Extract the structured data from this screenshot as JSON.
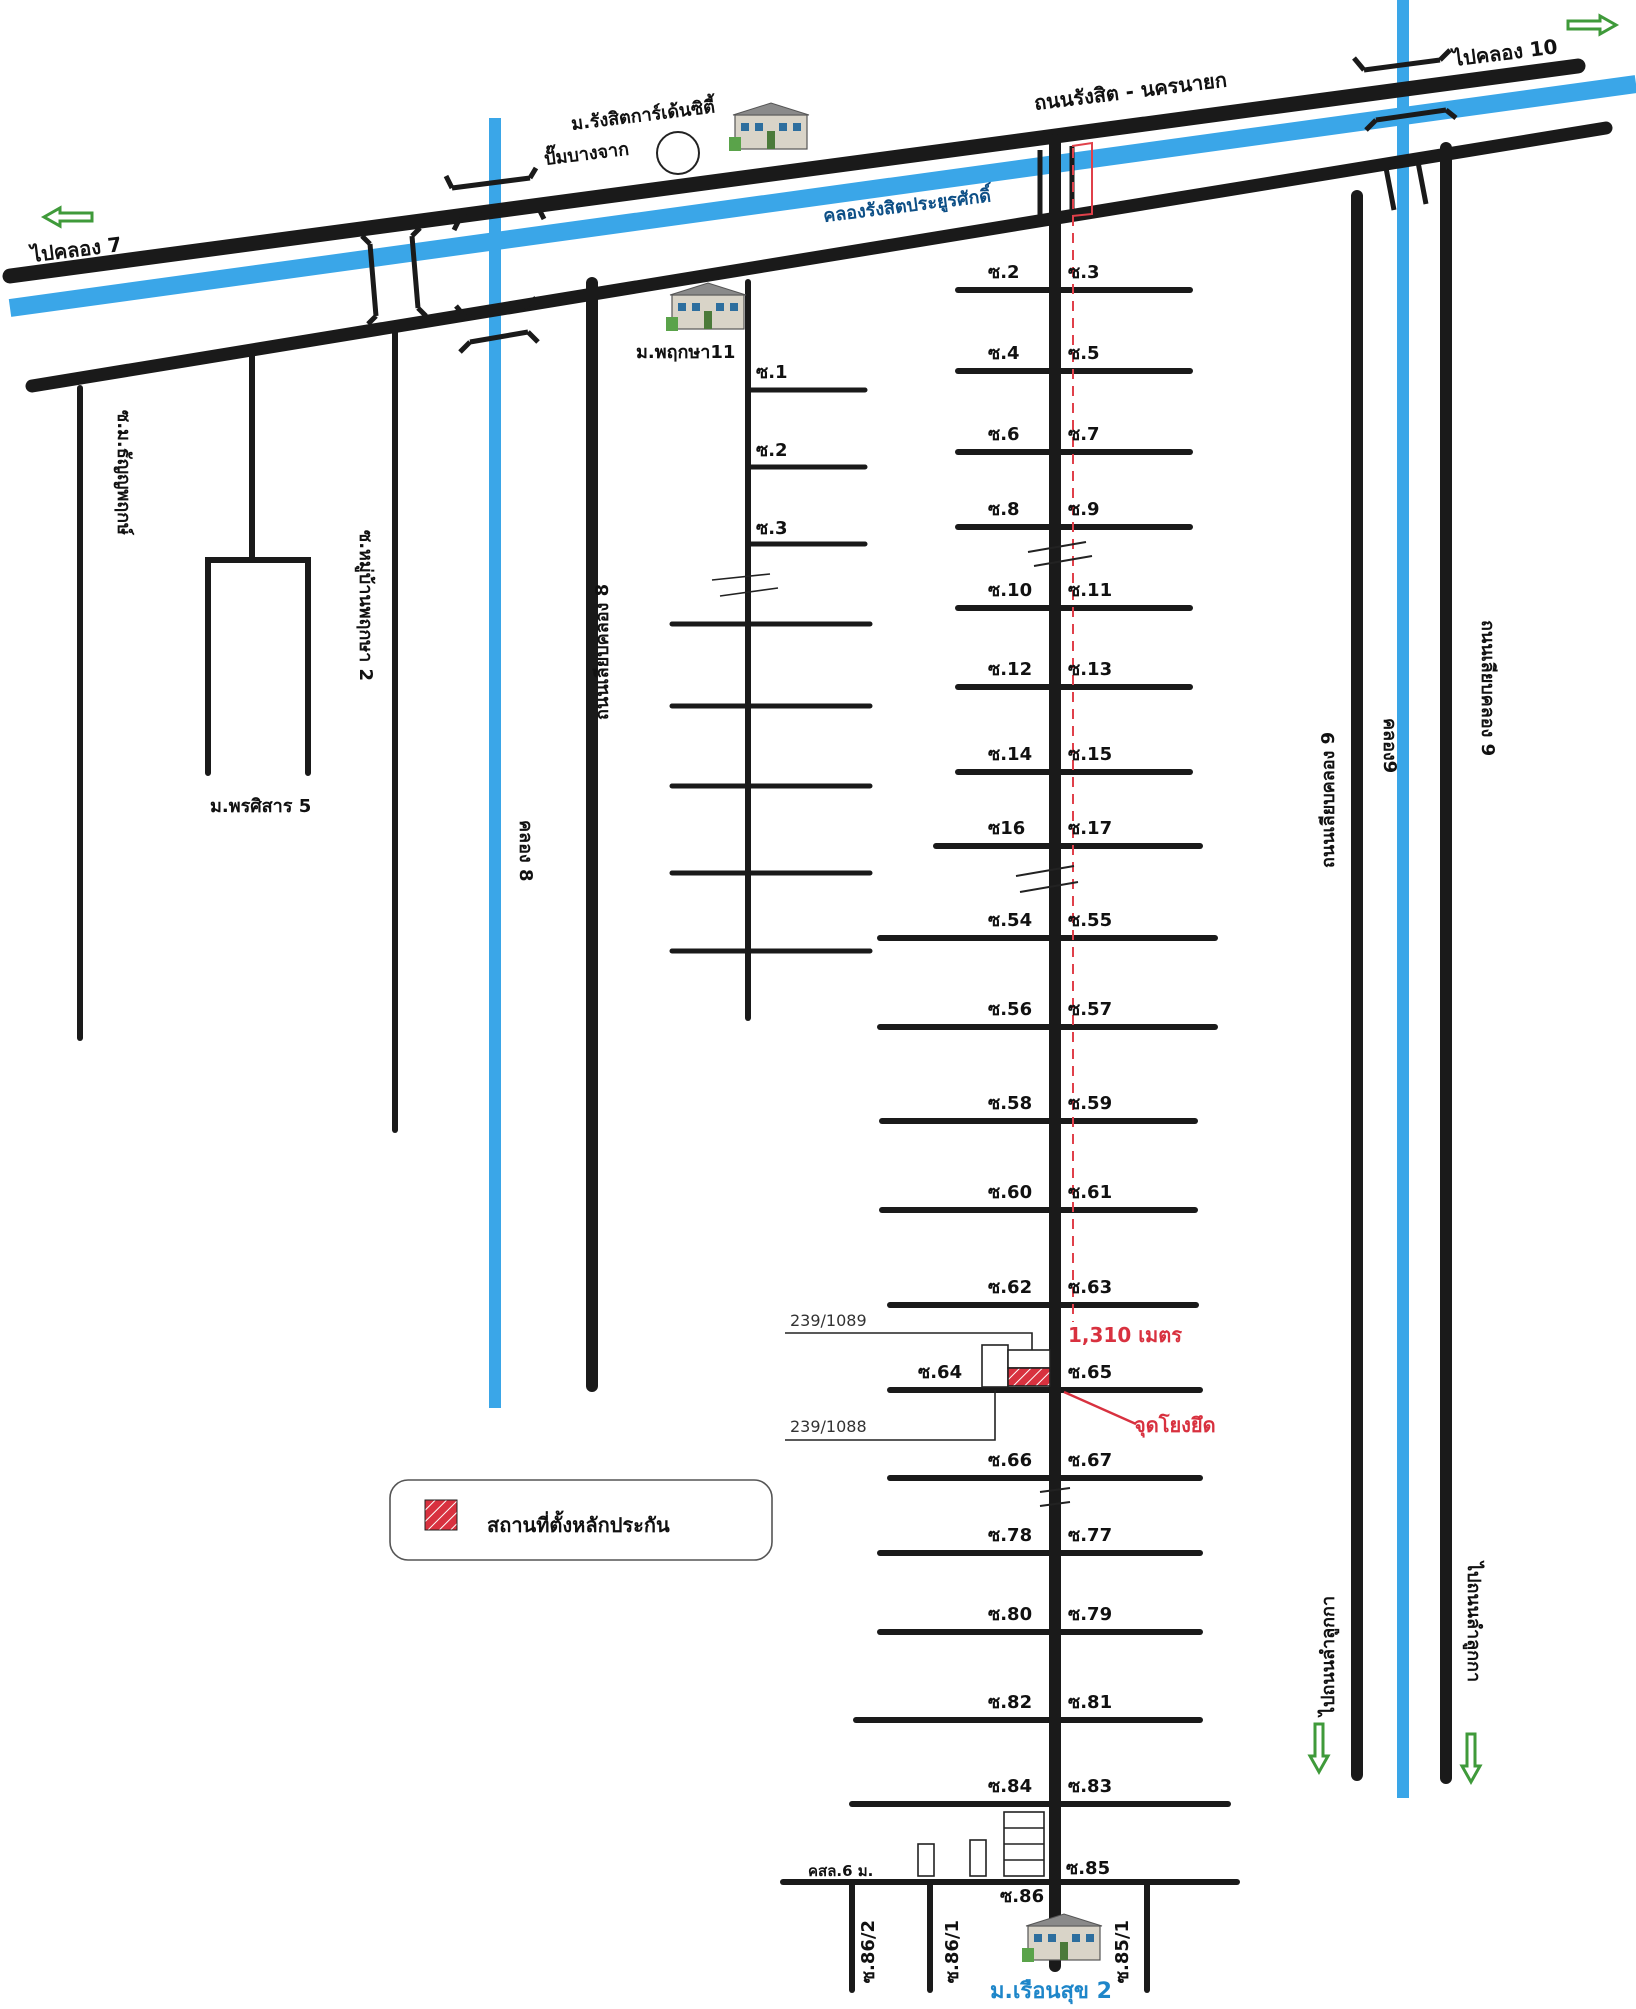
{
  "roads": {
    "rangsit_nakhonnayok": "ถนนรังสิต - นครนายก",
    "liap_khlong_8": "ถนนเลียบคลอง 8",
    "liap_khlong_9_left": "ถนนเลียบคลอง 9",
    "liap_khlong_9_right": "ถนนเลียบคลอง 9",
    "to_lam_luk_ka_left": "ไปถนนลำลูกกา",
    "to_lam_luk_ka_right": "ไปถนนลำลูกกา"
  },
  "canals": {
    "rangsit_prayoonsak": "คลองรังสิตประยูรศักดิ์",
    "khlong_8": "คลอง 8",
    "khlong_9": "คลอง9"
  },
  "directions": {
    "to_khlong_7": "ไปคลอง 7",
    "to_khlong_10": "ไปคลอง 10"
  },
  "places": {
    "rangsit_city": "ม.รังสิตการ์เด้นซิตี้",
    "pump_bangchak": "ปั๊มบางจาก",
    "pruksa_11": "ม.พฤกษา11",
    "pornsirisan_5": "ม.พรศิสาร 5",
    "soi_tanya": "ซ.ม.ธัญญพฤกษ์",
    "soi_pruksa_2": "ซ.หมู่บ้านพฤกษา 2",
    "ruen_suk_2": "ม.เรือนสุข 2",
    "kor_sor_lor": "คสล.6 ม."
  },
  "pruksa_sois": [
    "ซ.1",
    "ซ.2",
    "ซ.3"
  ],
  "main_sois": {
    "left": [
      "ซ.2",
      "ซ.4",
      "ซ.6",
      "ซ.8",
      "ซ.10",
      "ซ.12",
      "ซ.14",
      "ซ16",
      "ซ.54",
      "ซ.56",
      "ซ.58",
      "ซ.60",
      "ซ.62",
      "ซ.64",
      "ซ.66",
      "ซ.78",
      "ซ.80",
      "ซ.82",
      "ซ.84"
    ],
    "right": [
      "ซ.3",
      "ซ.5",
      "ซ.7",
      "ซ.9",
      "ซ.11",
      "ซ.13",
      "ซ.15",
      "ซ.17",
      "ซ.55",
      "ซ.57",
      "ซ.59",
      "ซ.61",
      "ซ.63",
      "ซ.65",
      "ซ.67",
      "ซ.77",
      "ซ.79",
      "ซ.81",
      "ซ.83"
    ],
    "end_right": "ซ.85",
    "end_bottom": "ซ.86"
  },
  "bottom_sois": [
    "ซ.86/2",
    "ซ.86/1",
    "ซ.85/1"
  ],
  "parcels": [
    "239/1089",
    "239/1088"
  ],
  "distance": "1,310 เมตร",
  "junction_label": "จุดโยงยึด",
  "legend": {
    "collateral_location": "สถานที่ตั้งหลักประกัน"
  },
  "colors": {
    "road": "#1a1a1a",
    "canal": "#3aa6e8",
    "collateral": "#d8313f",
    "route": "#e0404a",
    "arrow": "#3f9a3a"
  },
  "icons": [
    "building-icon",
    "arrow-left-icon",
    "arrow-right-icon",
    "arrow-down-icon",
    "pump-circle-icon"
  ]
}
